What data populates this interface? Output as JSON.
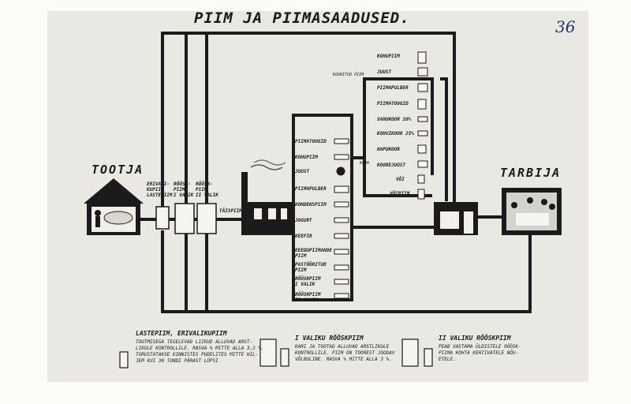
{
  "title": "PIIM JA PIIMASAADUSED.",
  "page_number": "36",
  "producer": "TOOTJA",
  "consumer": "TARBIJA",
  "collection_labels": [
    "ERIVALI-\nKUPIIM\nLASTEPIIM",
    "RÖÖSK-\nPIIM\nI VALIK",
    "RÖÖSK-\nPIIM\nII VALIK"
  ],
  "transport_label": "TÄISPIIM",
  "dairy_products": [
    "PIIMATOOGID",
    "KOHUPIIM",
    "JUUST",
    "PIIMAPULBER",
    "KONDENSPIIM",
    "JOGURT",
    "KEEFIR",
    "KEEDUPIIMANDE\nPIIM",
    "PASTÖÖRITUD\nPIIM",
    "RÖÖSKPIIM\nI VALIK",
    "RÖÖSKPIIM\nII VALIK"
  ],
  "processed_products": [
    "KOHUPIIM",
    "JUUST",
    "PIIMAPULBER",
    "PIIMATOOGID",
    "VAHUKOOR 30%",
    "KOHVIKOOR 25%",
    "HAPUKOOR",
    "KOOREJUUST",
    "VÕI",
    "VÕIPIIM"
  ],
  "branch_labels": [
    "KOORITUD PIIM",
    "KOOR"
  ],
  "notes": [
    {
      "heading": "LASTEPIIM, ERIVALIKUPIIM",
      "body": "TOOTMISEGA TEGELEVAD LIIKUD ALLUVAD ARST-\nLIKULE KONTROLLILE. RASVA % MITTE ALLA 3,2 %.\nTURUSTATAKSE KINNISTES PUDELITES MITTE HIL-\nJEM KUI 30 TUNDI PÄRAST LÜPSI"
    },
    {
      "heading": "I VALIKU RÖÖSKPIIM",
      "body": "KARI JA TOOTAD ALLUVAD ARSTLIKULE\nKONTROLLILE. PIIM ON TOOREST JOODAV\nVÕLBULINE. RASVA % MITTE ALLA 3 %."
    },
    {
      "heading": "II VALIKU RÖÖSKPIIM",
      "body": "PEAB VASTAMA ÜLDISTELE RÖÖSK-\nPIIMA KOHTA KEHTIVATELE NÕU-\nETELE."
    }
  ],
  "colors": {
    "ink": "#1b1b1b",
    "board": "#e9e8e3",
    "paper": "#fbfbf8",
    "page_number": "#22316d"
  }
}
